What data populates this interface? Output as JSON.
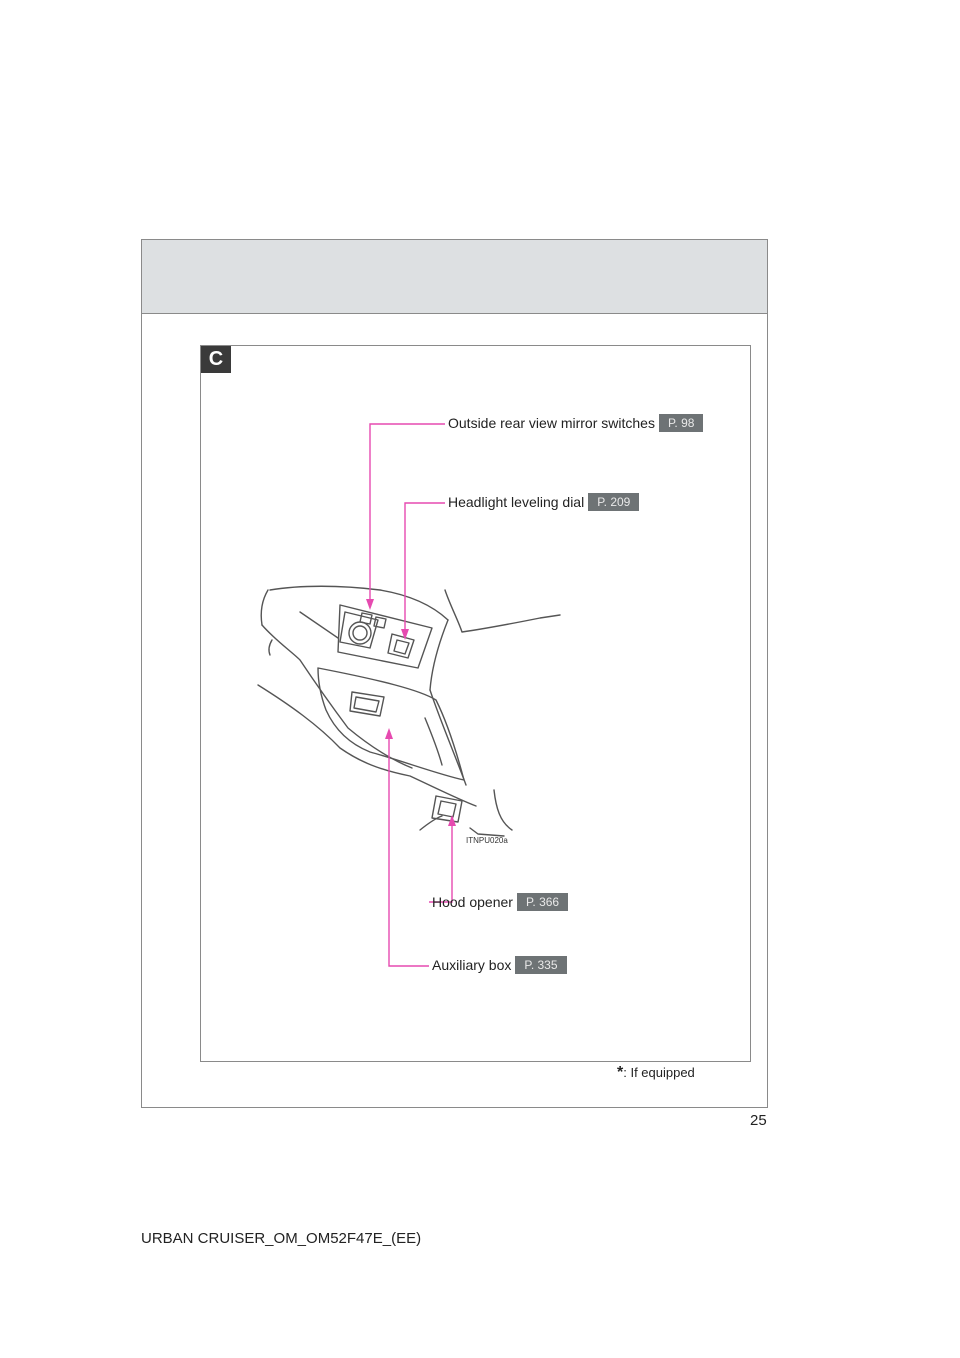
{
  "section": {
    "letter": "C"
  },
  "callouts": {
    "mirror": {
      "label": "Outside rear view mirror switches",
      "page": "P. 98"
    },
    "headlight": {
      "label": "Headlight leveling dial",
      "page": "P. 209"
    },
    "hood": {
      "label": "Hood opener",
      "page": "P. 366"
    },
    "auxiliary": {
      "label": "Auxiliary box",
      "page": "P. 335"
    }
  },
  "illustration_code": "ITNPU020a",
  "footnote": {
    "marker": "*",
    "text": ": If equipped"
  },
  "page_number": "25",
  "doc_code": "URBAN CRUISER_OM_OM52F47E_(EE)",
  "colors": {
    "leader_line": "#e64ab0",
    "header_band": "#dde0e2",
    "page_ref_badge": "#6e7375"
  }
}
